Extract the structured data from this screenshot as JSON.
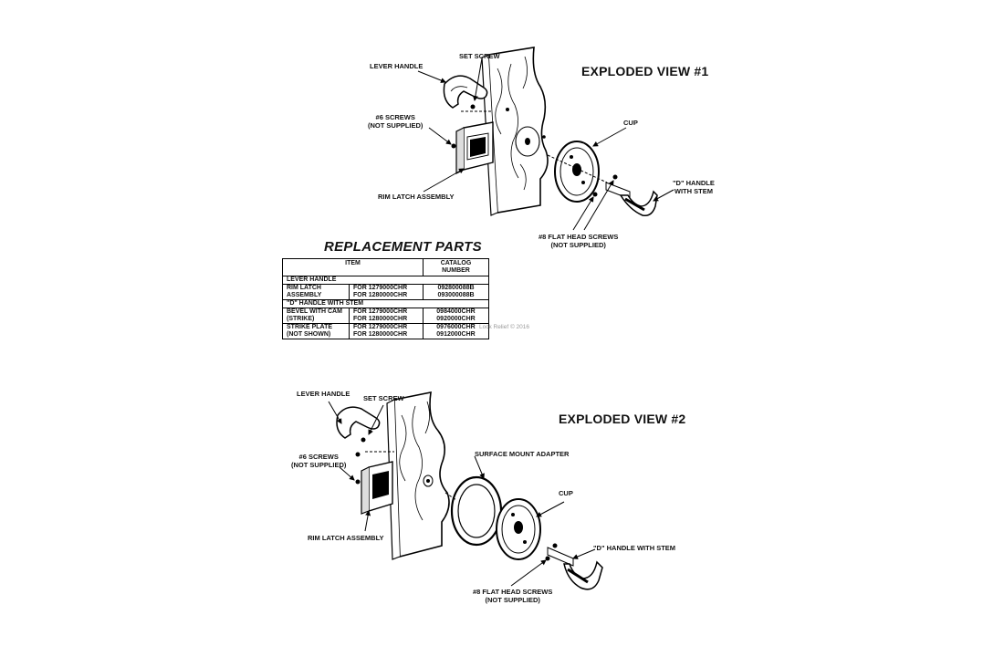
{
  "view1": {
    "title": "EXPLODED VIEW #1",
    "labels": {
      "lever_handle": "LEVER HANDLE",
      "set_screw": "SET SCREW",
      "screws_6": "#6 SCREWS",
      "screws_6_note": "(NOT SUPPLIED)",
      "rim_latch": "RIM LATCH ASSEMBLY",
      "cup": "CUP",
      "d_handle_1": "\"D\" HANDLE",
      "d_handle_2": "WITH STEM",
      "flat_screws": "#8 FLAT HEAD SCREWS",
      "flat_screws_note": "(NOT SUPPLIED)"
    }
  },
  "replacement": {
    "title": "REPLACEMENT PARTS",
    "headers": {
      "item": "ITEM",
      "catalog": "CATALOG NUMBER"
    },
    "lever_handle": "LEVER HANDLE",
    "rim_latch": {
      "name1": "RIM LATCH",
      "name2": "ASSEMBLY",
      "for1": "FOR 1279000CHR",
      "for2": "FOR 1280000CHR",
      "cat1": "092800088B",
      "cat2": "093000088B"
    },
    "d_handle": "\"D\" HANDLE WITH STEM",
    "bevel": {
      "name1": "BEVEL WITH CAM",
      "name2": "(STRIKE)",
      "for1": "FOR 1279000CHR",
      "for2": "FOR 1280000CHR",
      "cat1": "0984000CHR",
      "cat2": "0920000CHR"
    },
    "strike": {
      "name1": "STRIKE PLATE",
      "name2": "(NOT SHOWN)",
      "for1": "FOR 1279000CHR",
      "for2": "FOR 1280000CHR",
      "cat1": "0976000CHR",
      "cat2": "0912000CHR"
    }
  },
  "watermark": "Lock Relief © 2016",
  "view2": {
    "title": "EXPLODED VIEW #2",
    "labels": {
      "lever_handle": "LEVER HANDLE",
      "set_screw": "SET SCREW",
      "screws_6": "#6 SCREWS",
      "screws_6_note": "(NOT SUPPLIED)",
      "rim_latch": "RIM LATCH ASSEMBLY",
      "adapter": "SURFACE MOUNT ADAPTER",
      "cup": "CUP",
      "d_handle": "\"D\"  HANDLE WITH STEM",
      "flat_screws": "#8 FLAT HEAD SCREWS",
      "flat_screws_note": "(NOT SUPPLIED)"
    }
  }
}
